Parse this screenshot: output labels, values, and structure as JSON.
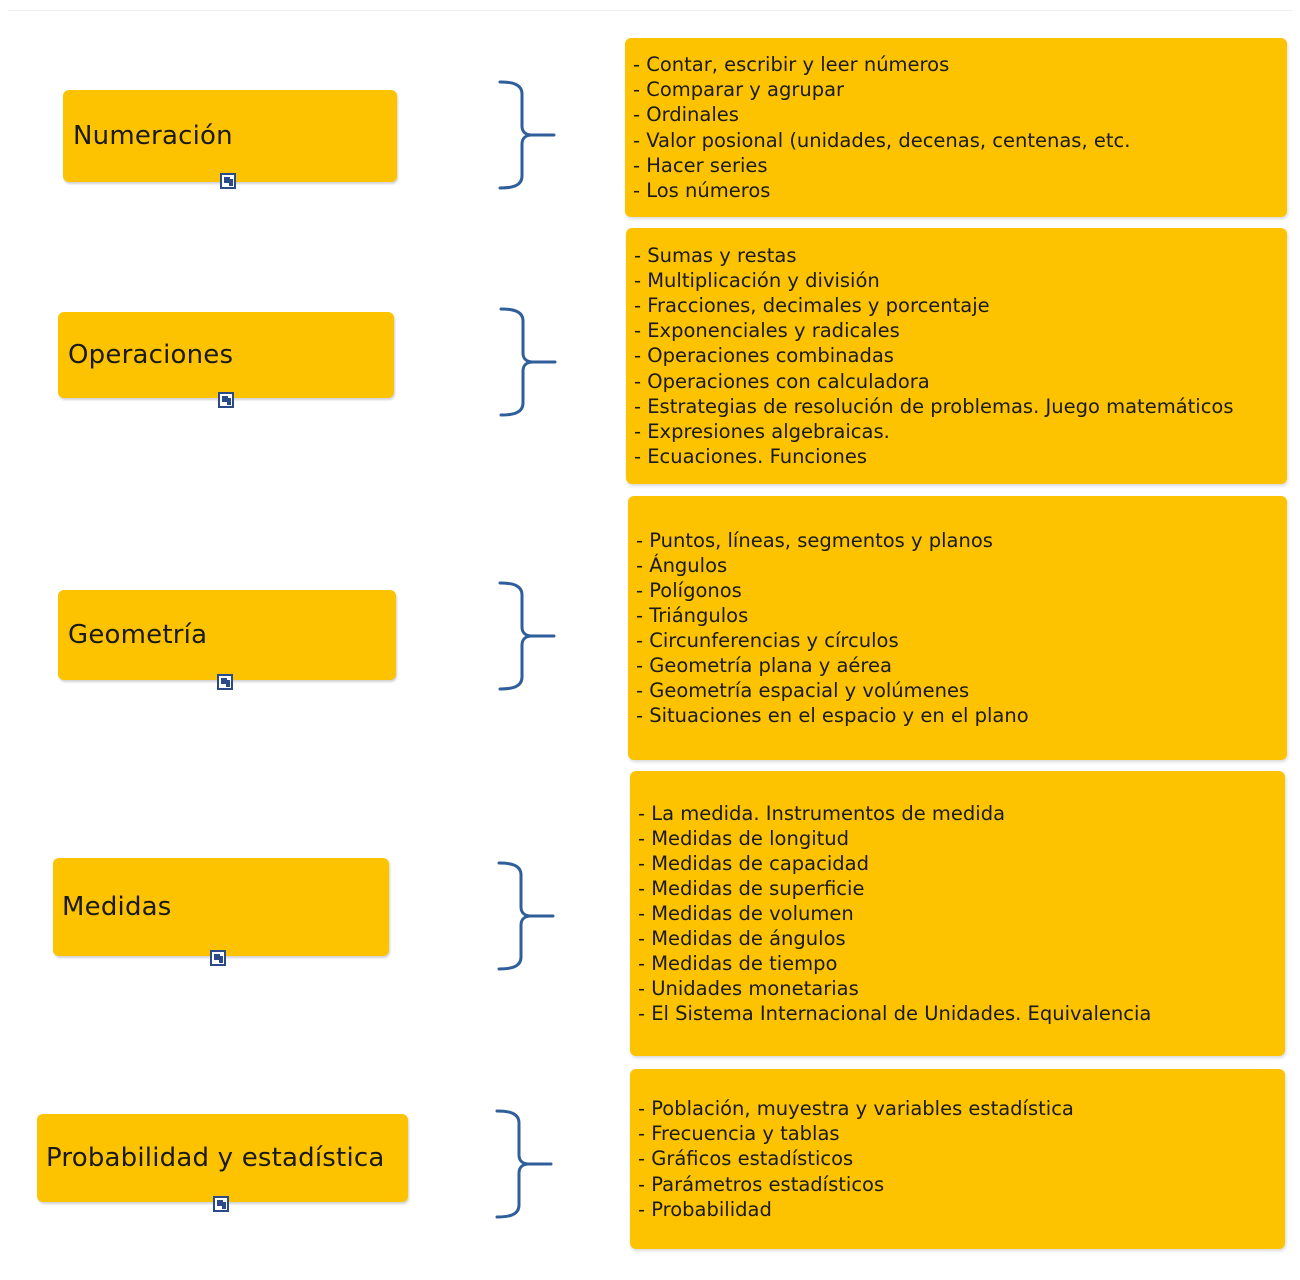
{
  "colors": {
    "box_fill": "#fdc300",
    "brace_stroke": "#2f5f9a",
    "text": "#1a1a1a",
    "icon": "#2a4a8a"
  },
  "topics": [
    {
      "label": "Numeración",
      "icon": "document-link-icon",
      "items": [
        "- Contar, escribir y leer números",
        "- Comparar y agrupar",
        "- Ordinales",
        "- Valor posional (unidades, decenas, centenas, etc.",
        "- Hacer series",
        "- Los números"
      ]
    },
    {
      "label": "Operaciones",
      "icon": "document-link-icon",
      "items": [
        "- Sumas y restas",
        "- Multiplicación y división",
        "- Fracciones, decimales y porcentaje",
        "- Exponenciales y radicales",
        "- Operaciones combinadas",
        "- Operaciones con calculadora",
        "- Estrategias de resolución de problemas. Juego matemáticos",
        "- Expresiones algebraicas.",
        "- Ecuaciones. Funciones"
      ]
    },
    {
      "label": "Geometría",
      "icon": "document-link-icon",
      "items": [
        "- Puntos, líneas, segmentos y planos",
        "- Ángulos",
        "- Polígonos",
        "- Triángulos",
        "- Circunferencias y círculos",
        "- Geometría plana y aérea",
        "- Geometría espacial y volúmenes",
        "- Situaciones en el espacio y en el plano"
      ]
    },
    {
      "label": "Medidas",
      "icon": "document-link-icon",
      "items": [
        "- La medida. Instrumentos de medida",
        "- Medidas de longitud",
        "- Medidas de capacidad",
        "- Medidas de superficie",
        "- Medidas de volumen",
        "- Medidas de ángulos",
        "- Medidas de tiempo",
        "- Unidades monetarias",
        "- El Sistema Internacional de Unidades. Equivalencia"
      ]
    },
    {
      "label": "Probabilidad y estadística",
      "icon": "document-link-icon",
      "items": [
        "- Población, muyestra y variables estadística",
        "- Frecuencia y tablas",
        "- Gráficos estadísticos",
        "- Parámetros estadísticos",
        "- Probabilidad"
      ]
    }
  ]
}
